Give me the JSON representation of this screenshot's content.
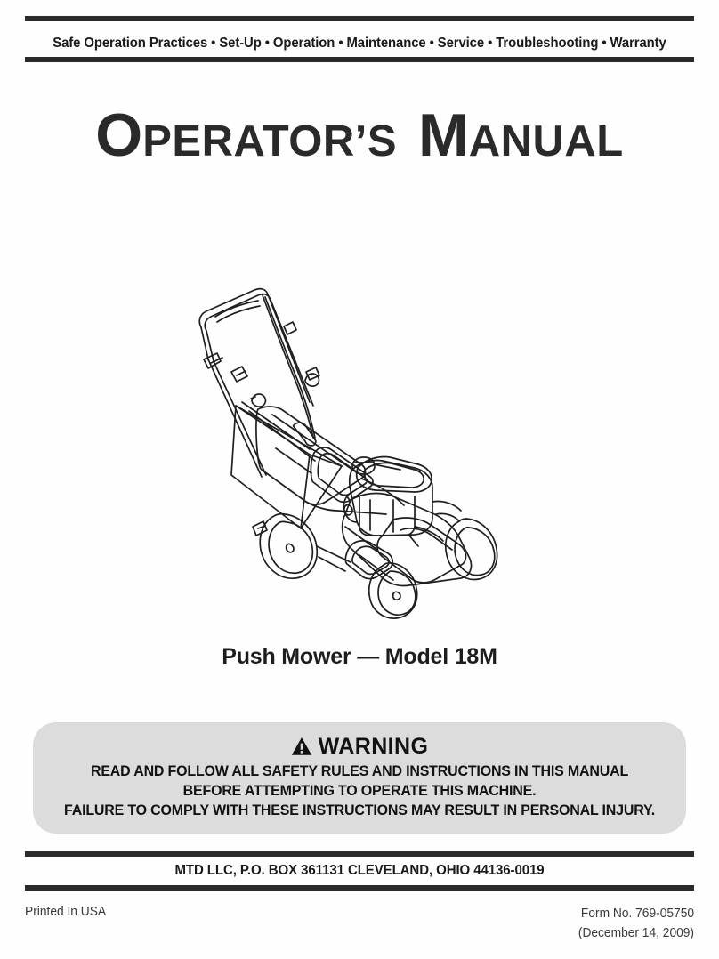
{
  "header": {
    "topics_line": "Safe Operation Practices • Set-Up • Operation •  Maintenance • Service • Troubleshooting •  Warranty"
  },
  "title": {
    "word1_cap": "O",
    "word1_rest": "PERATOR’S",
    "word2_cap": "M",
    "word2_rest": "ANUAL",
    "full_text": "Operator’s Manual"
  },
  "illustration": {
    "alt": "walk-behind push lawn mower line drawing with handle, grass bag, engine and deck"
  },
  "product": {
    "model_line": "Push Mower — Model 18M"
  },
  "warning": {
    "icon": "warning-triangle-icon",
    "heading": "WARNING",
    "lines": [
      "READ AND FOLLOW ALL SAFETY RULES AND INSTRUCTIONS IN THIS MANUAL",
      "BEFORE ATTEMPTING TO OPERATE THIS MACHINE.",
      "FAILURE TO COMPLY WITH THESE INSTRUCTIONS MAY RESULT IN PERSONAL INJURY."
    ],
    "background_color": "#dcdcdc"
  },
  "footer": {
    "address": "MTD LLC, P.O. BOX 361131 CLEVELAND, OHIO 44136-0019",
    "printed_in": "Printed In USA",
    "form_no": "Form No. 769-05750",
    "form_date": "(December 14, 2009)"
  },
  "colors": {
    "rule": "#2b2b2b",
    "text": "#1a1a1a",
    "panel": "#dcdcdc"
  }
}
